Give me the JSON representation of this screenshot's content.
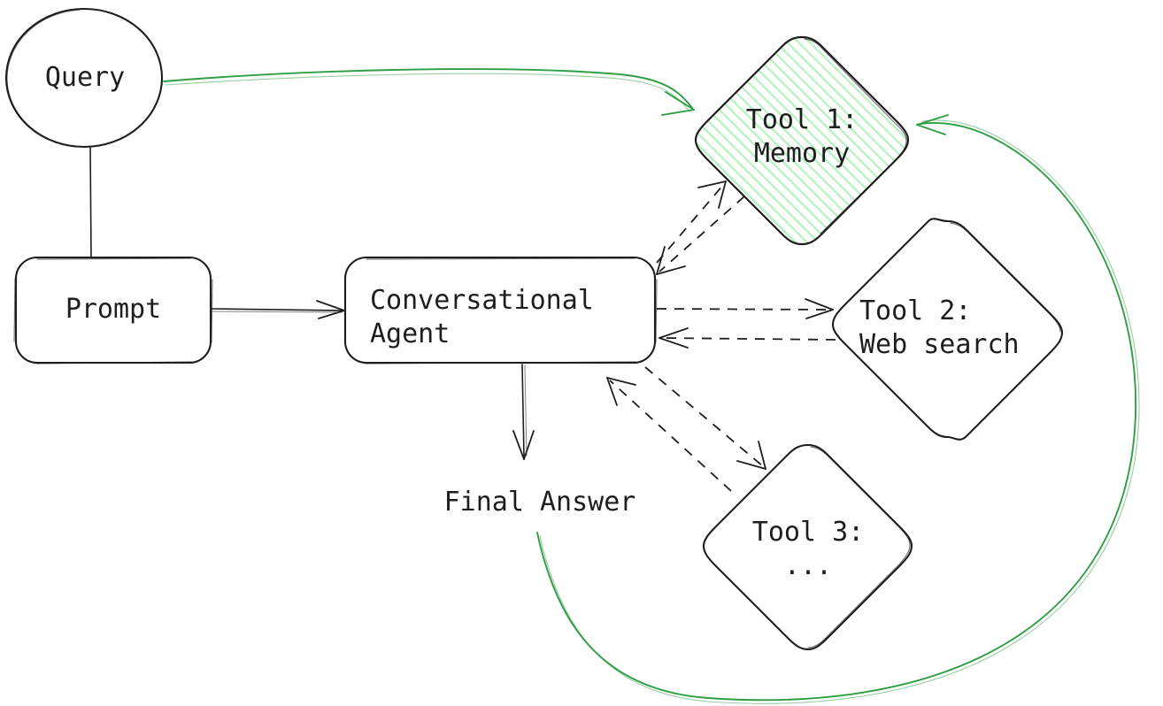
{
  "diagram": {
    "title": "Conversational Agent with Tools",
    "style": "hand-drawn-sketch",
    "background_color": "#ffffff",
    "stroke_color": "#1e1e1e",
    "accent_color": "#2f9e44",
    "highlight_fill": "#d3f9d8",
    "nodes": [
      {
        "id": "query",
        "shape": "ellipse",
        "label": "Query",
        "lines": [
          "Query"
        ]
      },
      {
        "id": "prompt",
        "shape": "rounded-rectangle",
        "label": "Prompt",
        "lines": [
          "Prompt"
        ]
      },
      {
        "id": "agent",
        "shape": "rounded-rectangle",
        "label": "Conversational Agent",
        "lines": [
          "Conversational",
          "Agent"
        ]
      },
      {
        "id": "tool1",
        "shape": "diamond",
        "label": "Tool 1: Memory",
        "lines": [
          "Tool 1:",
          "Memory"
        ],
        "fill": "green-hatch",
        "highlighted": true
      },
      {
        "id": "tool2",
        "shape": "diamond",
        "label": "Tool 2: Web search",
        "lines": [
          "Tool 2:",
          "Web search"
        ]
      },
      {
        "id": "tool3",
        "shape": "diamond",
        "label": "Tool 3: ...",
        "lines": [
          "Tool 3:",
          "..."
        ]
      },
      {
        "id": "final-answer",
        "shape": "text",
        "label": "Final Answer",
        "lines": [
          "Final Answer"
        ]
      }
    ],
    "edges": [
      {
        "id": "query-to-tool1",
        "from": "query",
        "to": "tool1",
        "style": "solid",
        "color": "#2f9e44",
        "arrow": "end"
      },
      {
        "id": "query-to-prompt",
        "from": "query",
        "to": "prompt",
        "style": "solid",
        "color": "#1e1e1e",
        "arrow": "none"
      },
      {
        "id": "prompt-to-agent",
        "from": "prompt",
        "to": "agent",
        "style": "solid",
        "color": "#1e1e1e",
        "arrow": "end"
      },
      {
        "id": "agent-to-final-answer",
        "from": "agent",
        "to": "final-answer",
        "style": "solid",
        "color": "#1e1e1e",
        "arrow": "end"
      },
      {
        "id": "agent-to-tool1",
        "from": "agent",
        "to": "tool1",
        "style": "dashed",
        "color": "#1e1e1e",
        "arrow": "end"
      },
      {
        "id": "tool1-to-agent",
        "from": "tool1",
        "to": "agent",
        "style": "dashed",
        "color": "#1e1e1e",
        "arrow": "end"
      },
      {
        "id": "agent-to-tool2",
        "from": "agent",
        "to": "tool2",
        "style": "dashed",
        "color": "#1e1e1e",
        "arrow": "end"
      },
      {
        "id": "tool2-to-agent",
        "from": "tool2",
        "to": "agent",
        "style": "dashed",
        "color": "#1e1e1e",
        "arrow": "end"
      },
      {
        "id": "agent-to-tool3",
        "from": "agent",
        "to": "tool3",
        "style": "dashed",
        "color": "#1e1e1e",
        "arrow": "end"
      },
      {
        "id": "tool3-to-agent",
        "from": "tool3",
        "to": "agent",
        "style": "dashed",
        "color": "#1e1e1e",
        "arrow": "end"
      },
      {
        "id": "final-answer-to-tool1",
        "from": "final-answer",
        "to": "tool1",
        "style": "solid",
        "color": "#2f9e44",
        "arrow": "end"
      }
    ]
  },
  "labels": {
    "query": "Query",
    "prompt": "Prompt",
    "agent_line1": "Conversational",
    "agent_line2": "Agent",
    "tool1_line1": "Tool 1:",
    "tool1_line2": "Memory",
    "tool2_line1": "Tool 2:",
    "tool2_line2": "Web search",
    "tool3_line1": "Tool 3:",
    "tool3_line2": "...",
    "final_answer": "Final Answer"
  }
}
